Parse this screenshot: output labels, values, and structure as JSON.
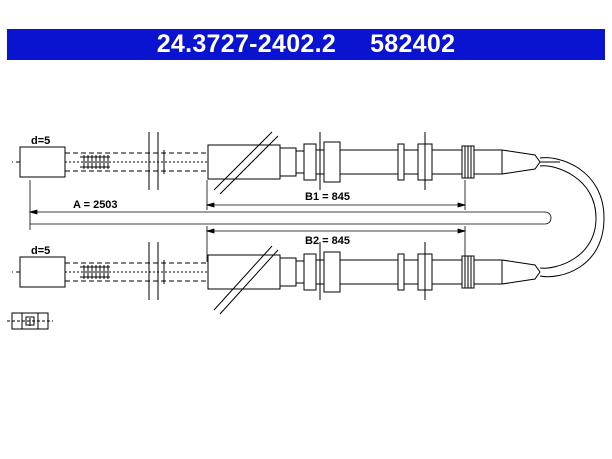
{
  "header": {
    "part_number": "24.3727-2402.2",
    "ref_number": "582402",
    "bg_color": "#0a13cf",
    "text_color": "#ffffff"
  },
  "drawing": {
    "cable_top": {
      "diameter_label": "d=5",
      "b_label": "B1 = 845"
    },
    "cable_bottom": {
      "diameter_label": "d=5",
      "b_label": "B2 = 845"
    },
    "overall_length_label": "A = 2503",
    "end_fitting_icon": "end-fitting-detail-icon"
  }
}
